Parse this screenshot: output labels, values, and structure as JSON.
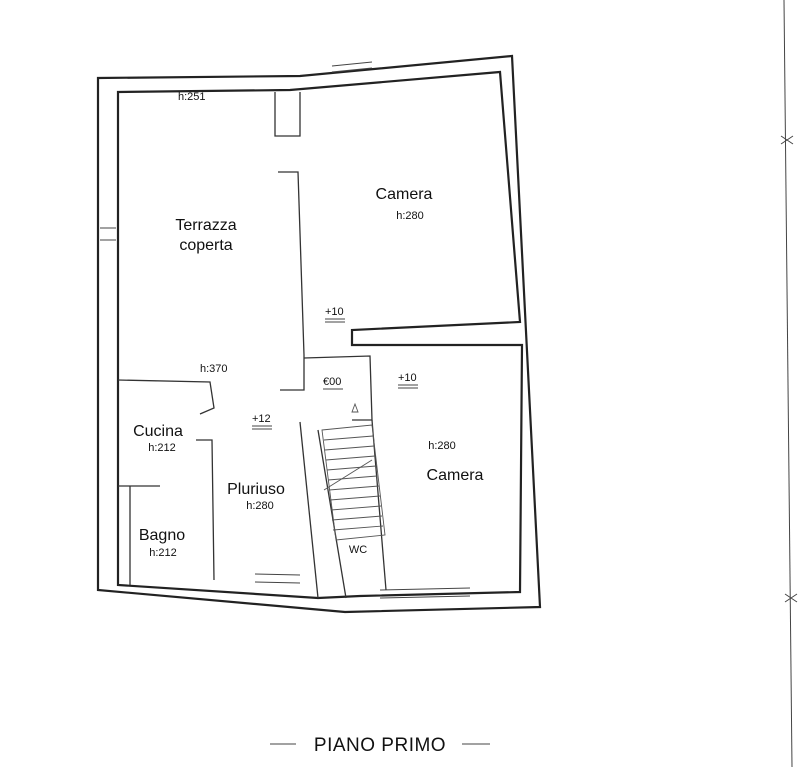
{
  "title": "PIANO PRIMO",
  "rooms": {
    "terrazza_line1": "Terrazza",
    "terrazza_line2": "coperta",
    "terrazza_h_top": "h:251",
    "terrazza_h_bottom": "h:370",
    "camera_top": "Camera",
    "camera_top_h": "h:280",
    "camera_bottom": "Camera",
    "camera_bottom_h": "h:280",
    "cucina": "Cucina",
    "cucina_h": "h:212",
    "bagno": "Bagno",
    "bagno_h": "h:212",
    "pluriuso": "Pluriuso",
    "pluriuso_h": "h:280",
    "wc": "WC"
  },
  "levels": {
    "corridor": "+10",
    "landing": "€00",
    "camera_bottom": "+10",
    "pluriuso": "+12"
  }
}
